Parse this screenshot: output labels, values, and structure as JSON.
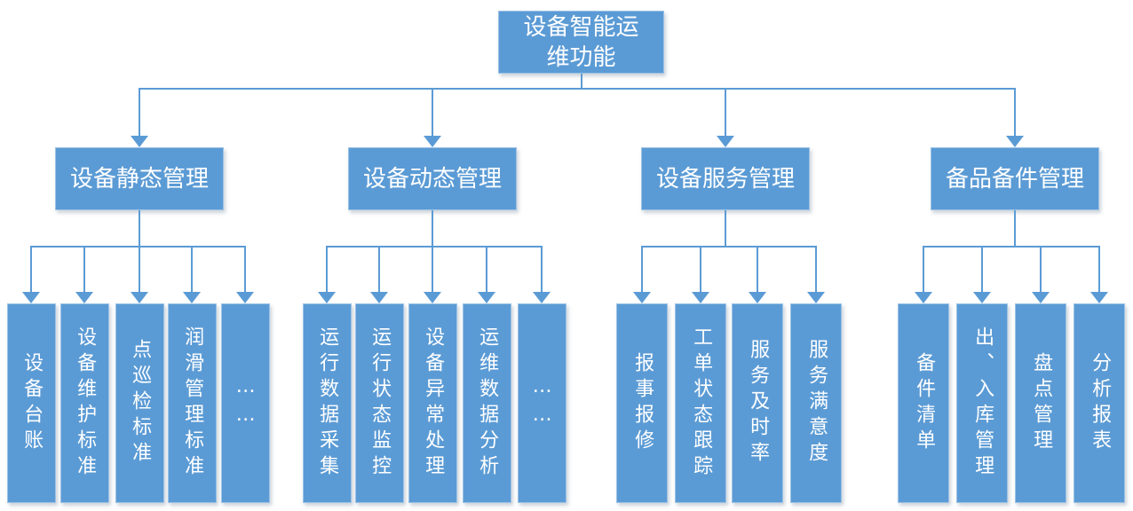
{
  "diagram": {
    "root": {
      "label": "设备智能运维功能"
    },
    "branches": [
      {
        "label": "设备静态管理",
        "children": [
          "设备台账",
          "设备维护标准",
          "点巡检标准",
          "润滑管理标准",
          "……"
        ]
      },
      {
        "label": "设备动态管理",
        "children": [
          "运行数据采集",
          "运行状态监控",
          "设备异常处理",
          "运维数据分析",
          "……"
        ]
      },
      {
        "label": "设备服务管理",
        "children": [
          "报事报修",
          "工单状态跟踪",
          "服务及时率",
          "服务满意度"
        ]
      },
      {
        "label": "备品备件管理",
        "children": [
          "备件清单",
          "出、入库管理",
          "盘点管理",
          "分析报表"
        ]
      }
    ],
    "colors": {
      "box_fill": "#5b9bd5",
      "box_border": "#9dc3e6",
      "connector": "#5b9bd5",
      "text": "#ffffff",
      "background": "#ffffff"
    }
  }
}
